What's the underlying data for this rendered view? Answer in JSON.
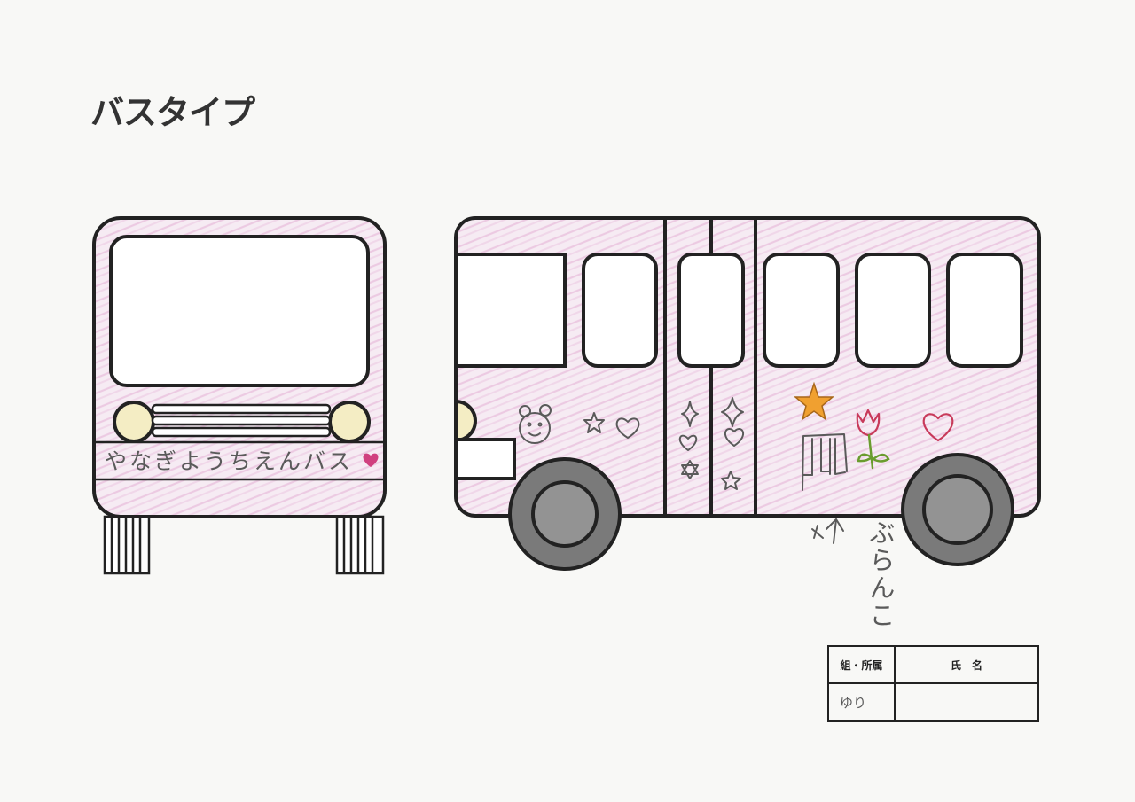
{
  "title": "バスタイプ",
  "bus_front": {
    "bumper_text": "やなぎようちえんバス"
  },
  "doodles": {
    "swing_label": "ぶらんこ"
  },
  "form": {
    "group_header": "組・所属",
    "name_header": "氏　名",
    "group_value": "ゆり"
  },
  "colors": {
    "paper": "#f8f8f6",
    "outline": "#222222",
    "body_pink": "#e9bfdd",
    "wheel": "#7a7a7a",
    "wheel_hub": "#939393",
    "headlight": "#f4edc4",
    "star_orange": "#f0a030",
    "heart_red": "#d0407f",
    "tulip_red": "#c83a5a",
    "stem_green": "#6a9c2e",
    "pencil": "#5a5a5a"
  }
}
